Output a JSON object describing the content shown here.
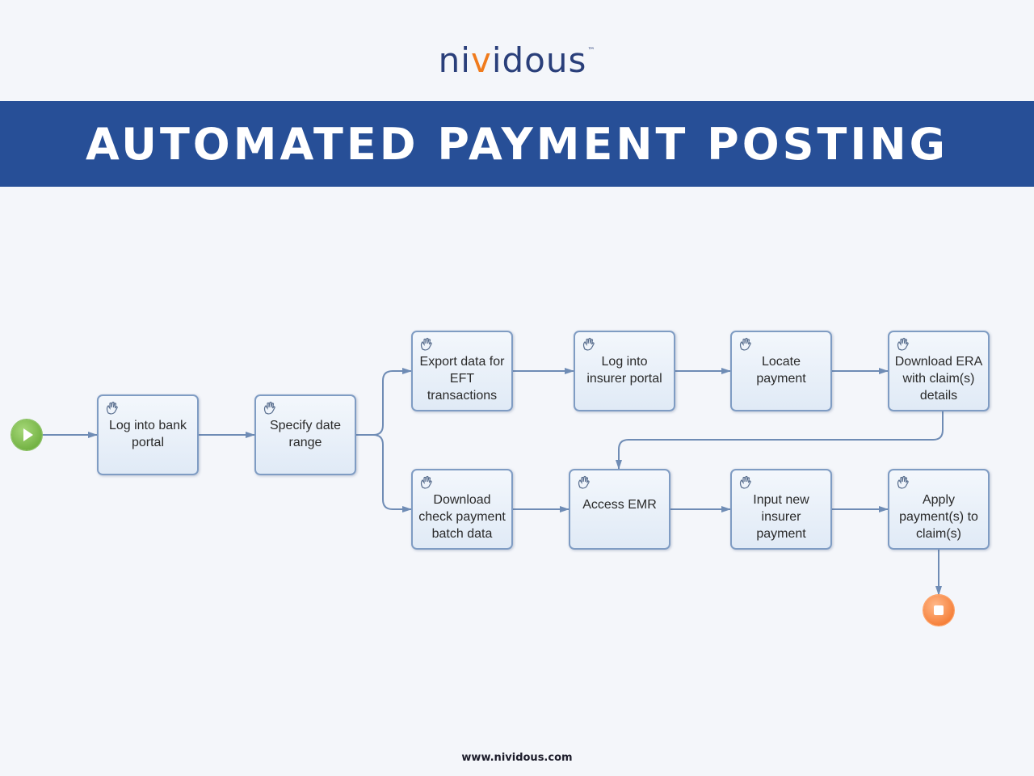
{
  "logo": {
    "pre": "ni",
    "dot": "v",
    "post": "idous",
    "tm": "™"
  },
  "banner": {
    "title": "AUTOMATED PAYMENT POSTING"
  },
  "footer": {
    "url": "www.nividous.com"
  },
  "colors": {
    "banner": "#274f97",
    "logo_text": "#2a3f7a",
    "logo_accent": "#f07b1d",
    "node_border": "#7f9cc3",
    "start": "#5fa32e",
    "end": "#f26a1b",
    "connector": "#6f8cb5"
  },
  "flow": {
    "start_icon": "play-icon",
    "end_icon": "stop-icon",
    "node_icon": "hand-icon",
    "steps": [
      {
        "id": "log-into-bank-portal",
        "label": "Log into bank\nportal"
      },
      {
        "id": "specify-date-range",
        "label": "Specify date\nrange"
      },
      {
        "id": "export-data-eft",
        "label": "Export data for\nEFT\ntransactions"
      },
      {
        "id": "log-into-insurer-portal",
        "label": "Log into\ninsurer portal"
      },
      {
        "id": "locate-payment",
        "label": "Locate\npayment"
      },
      {
        "id": "download-era",
        "label": "Download ERA\nwith claim(s)\ndetails"
      },
      {
        "id": "download-check-payment",
        "label": "Download\ncheck payment\nbatch data"
      },
      {
        "id": "access-emr",
        "label": "Access EMR"
      },
      {
        "id": "input-new-insurer-payment",
        "label": "Input new\ninsurer\npayment"
      },
      {
        "id": "apply-payments",
        "label": "Apply\npayment(s) to\nclaim(s)"
      }
    ]
  }
}
